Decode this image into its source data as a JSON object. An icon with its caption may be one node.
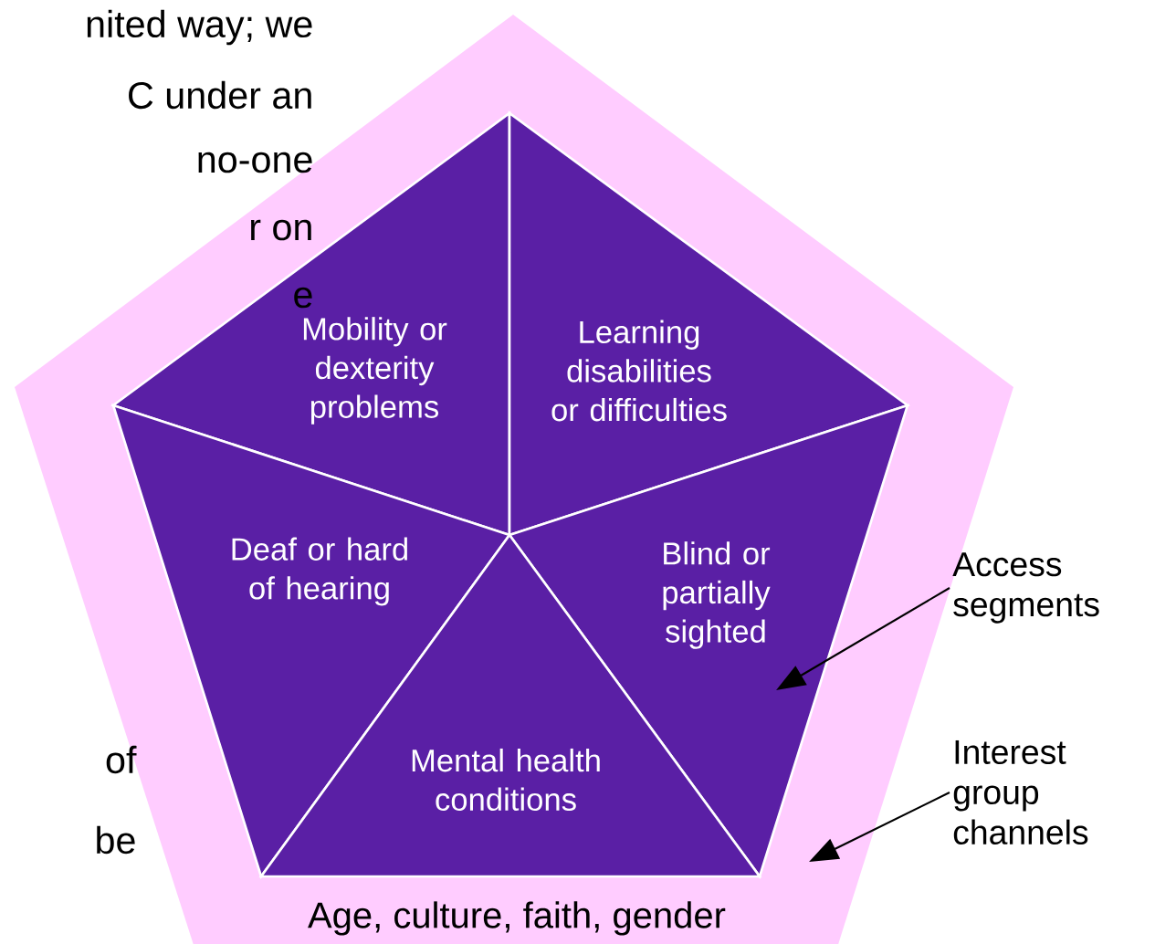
{
  "diagram": {
    "nodes": [
      {
        "text": [
          "Age, culture, faith, gender"
        ]
      },
      {
        "text": [
          "Mobility or dexterity problems"
        ],
        "in": 0
      },
      {
        "text": [
          "Learning disabilities or difficulties"
        ],
        "in": 0
      },
      {
        "text": [
          "Deaf or hard of hearing"
        ],
        "in": 0
      },
      {
        "text": [
          "Blind or partially sighted"
        ],
        "in": 0
      },
      {
        "text": [
          "Mental health conditions"
        ],
        "in": 0
      },
      {
        "text": [
          "Access segments"
        ]
      },
      {
        "text": [
          "Interest group channels"
        ]
      }
    ],
    "edges": [
      {
        "from": 6,
        "to": 4,
        "arrow": "to"
      },
      {
        "from": 7,
        "to": 0,
        "arrow": "to"
      }
    ],
    "labels": [
      "nited way; we",
      "C under an",
      "no-one",
      "r on",
      "e",
      "of",
      "be"
    ]
  }
}
